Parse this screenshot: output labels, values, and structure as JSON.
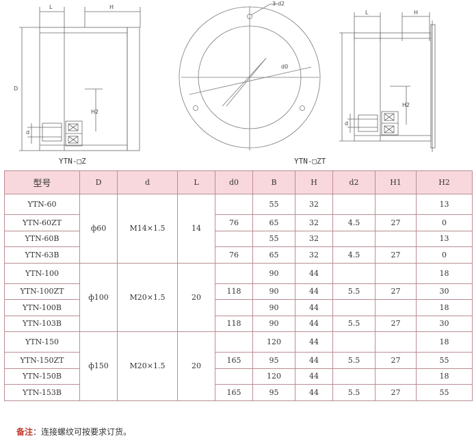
{
  "figures": {
    "left_caption": "YTN-□Z",
    "center_caption": "YTN-□ZT",
    "labels": {
      "L": "L",
      "H": "H",
      "D": "D",
      "H2": "H2",
      "d": "d",
      "d0": "d0",
      "three_d2": "3-d2"
    }
  },
  "table": {
    "headers": [
      "型号",
      "D",
      "d",
      "L",
      "d0",
      "B",
      "H",
      "d2",
      "H1",
      "H2"
    ],
    "groups": [
      {
        "D": "ф60",
        "d": "M14×1.5",
        "L": "14",
        "rows": [
          {
            "model": "YTN-60",
            "d0": "",
            "B": "55",
            "H": "32",
            "d2": "",
            "H1": "",
            "H2": "13"
          },
          {
            "model": "YTN-60ZT",
            "d0": "76",
            "B": "65",
            "H": "32",
            "d2": "4.5",
            "H1": "27",
            "H2": "0"
          },
          {
            "model": "YTN-60B",
            "d0": "",
            "B": "55",
            "H": "32",
            "d2": "",
            "H1": "",
            "H2": "13"
          },
          {
            "model": "YTN-63B",
            "d0": "76",
            "B": "65",
            "H": "32",
            "d2": "4.5",
            "H1": "27",
            "H2": "0"
          }
        ]
      },
      {
        "D": "ф100",
        "d": "M20×1.5",
        "L": "20",
        "rows": [
          {
            "model": "YTN-100",
            "d0": "",
            "B": "90",
            "H": "44",
            "d2": "",
            "H1": "",
            "H2": "18"
          },
          {
            "model": "YTN-100ZT",
            "d0": "118",
            "B": "90",
            "H": "44",
            "d2": "5.5",
            "H1": "27",
            "H2": "30"
          },
          {
            "model": "YTN-100B",
            "d0": "",
            "B": "90",
            "H": "44",
            "d2": "",
            "H1": "",
            "H2": "18"
          },
          {
            "model": "YTN-103B",
            "d0": "118",
            "B": "90",
            "H": "44",
            "d2": "5.5",
            "H1": "27",
            "H2": "30"
          }
        ]
      },
      {
        "D": "ф150",
        "d": "M20×1.5",
        "L": "20",
        "rows": [
          {
            "model": "YTN-150",
            "d0": "",
            "B": "120",
            "H": "44",
            "d2": "",
            "H1": "",
            "H2": "18"
          },
          {
            "model": "YTN-150ZT",
            "d0": "165",
            "B": "95",
            "H": "44",
            "d2": "5.5",
            "H1": "27",
            "H2": "55"
          },
          {
            "model": "YTN-150B",
            "d0": "",
            "B": "120",
            "H": "44",
            "d2": "",
            "H1": "",
            "H2": "18"
          },
          {
            "model": "YTN-153B",
            "d0": "165",
            "B": "95",
            "H": "44",
            "d2": "5.5",
            "H1": "27",
            "H2": "55"
          }
        ]
      }
    ]
  },
  "note": {
    "label": "备注",
    "text": "：连接螺纹可按要求订货。"
  },
  "colors": {
    "header_bg": "#f8d8dc",
    "border": "#b98c92",
    "note_label": "#c0392b"
  }
}
